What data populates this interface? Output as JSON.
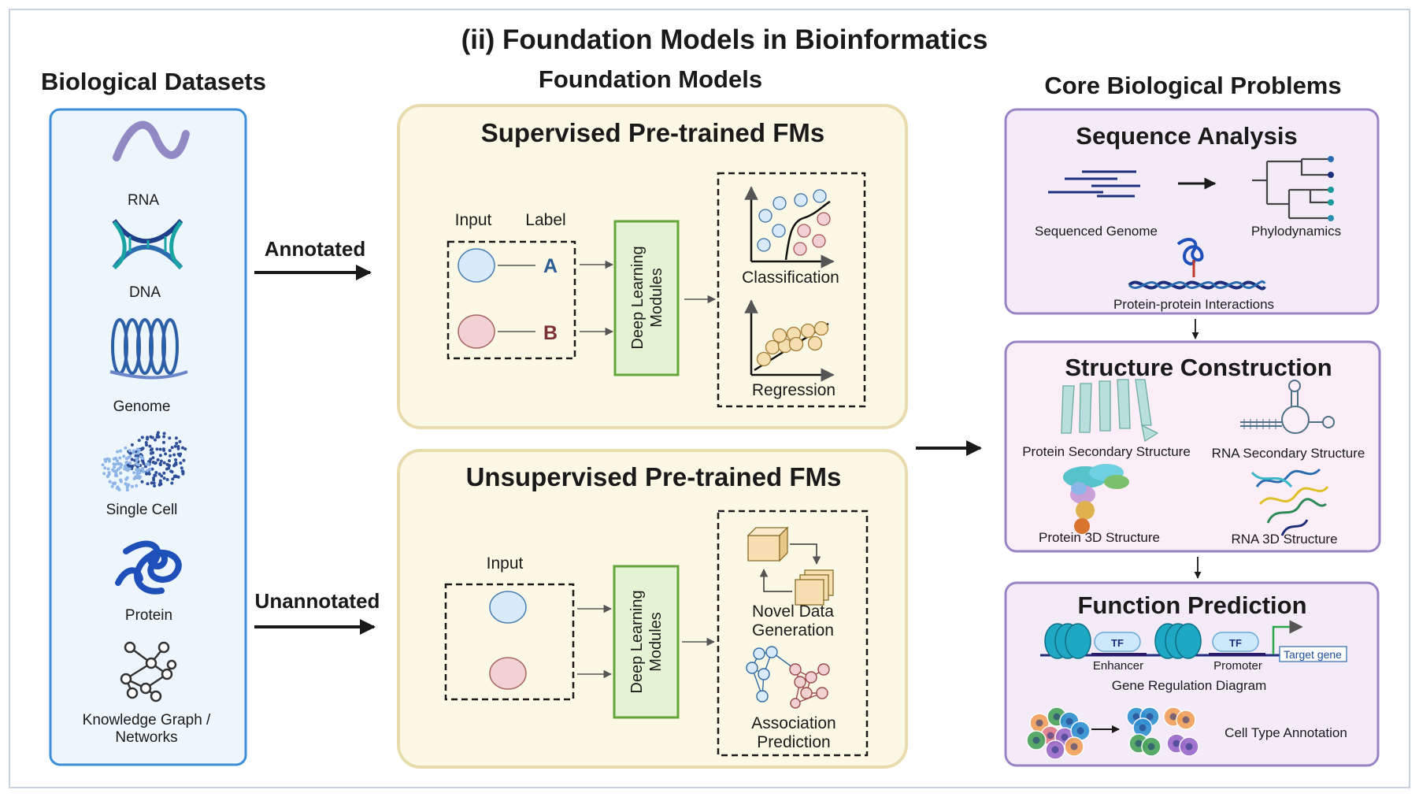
{
  "title": "(ii) Foundation Models in Bioinformatics",
  "datasets": {
    "heading": "Biological Datasets",
    "items": [
      {
        "label": "RNA",
        "icon": "rna-wave-icon"
      },
      {
        "label": "DNA",
        "icon": "dna-helix-icon"
      },
      {
        "label": "Genome",
        "icon": "genome-coil-icon"
      },
      {
        "label": "Single Cell",
        "icon": "single-cell-dots-icon"
      },
      {
        "label": "Protein",
        "icon": "protein-fold-icon"
      },
      {
        "label_line1": "Knowledge Graph /",
        "label_line2": "Networks",
        "icon": "network-graph-icon"
      }
    ]
  },
  "flow": {
    "annotated": "Annotated",
    "unannotated": "Unannotated"
  },
  "foundation": {
    "heading": "Foundation Models",
    "supervised": {
      "title": "Supervised Pre-trained FMs",
      "input_label": "Input",
      "label_label": "Label",
      "label_a": "A",
      "label_b": "B",
      "module_line1": "Deep Learning",
      "module_line2": "Modules",
      "out1": "Classification",
      "out2": "Regression"
    },
    "unsupervised": {
      "title": "Unsupervised Pre-trained FMs",
      "input_label": "Input",
      "module_line1": "Deep Learning",
      "module_line2": "Modules",
      "out1_line1": "Novel Data",
      "out1_line2": "Generation",
      "out2_line1": "Association",
      "out2_line2": "Prediction"
    }
  },
  "problems": {
    "heading": "Core Biological Problems",
    "sequence": {
      "title": "Sequence Analysis",
      "item1": "Sequenced Genome",
      "item2": "Phylodynamics",
      "item3": "Protein-protein Interactions"
    },
    "structure": {
      "title": "Structure Construction",
      "item1": "Protein Secondary Structure",
      "item2": "RNA Secondary Structure",
      "item3": "Protein 3D Structure",
      "item4": "RNA 3D Structure"
    },
    "function": {
      "title": "Function Prediction",
      "tf": "TF",
      "enhancer": "Enhancer",
      "promoter": "Promoter",
      "target": "Target gene",
      "diagram": "Gene Regulation Diagram",
      "cell": "Cell Type Annotation"
    }
  },
  "colors": {
    "frame": "#c9d3df",
    "dataset_fill": "#eef6fd",
    "dataset_stroke": "#3d8ed8",
    "fm_fill": "#fcf8e6",
    "fm_stroke": "#e8dcae",
    "problem_fill": "#f3ecf8",
    "problem_stroke": "#9a83c4",
    "structure_fill": "#fbeef6",
    "dl_fill": "#e5f3d5",
    "dl_stroke": "#63a539",
    "input_blue": "#d9eafa",
    "input_red": "#f1d1d3"
  }
}
